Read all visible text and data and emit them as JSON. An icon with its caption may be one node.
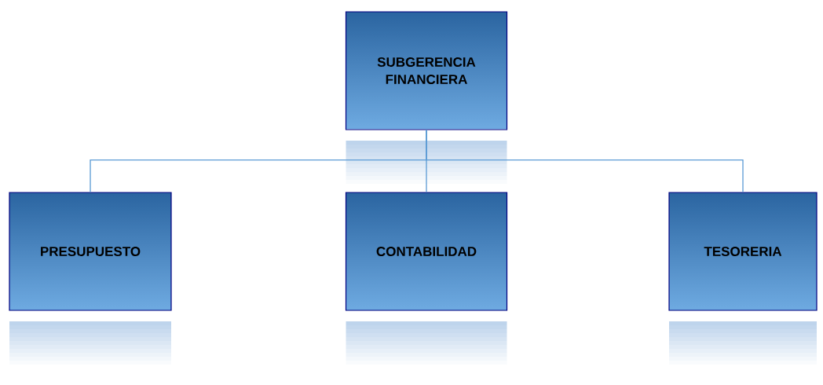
{
  "diagram": {
    "nodes": [
      {
        "text": [
          "SUBGERENCIA FINANCIERA"
        ]
      },
      {
        "text": [
          "PRESUPUESTO"
        ]
      },
      {
        "text": [
          "CONTABILIDAD"
        ]
      },
      {
        "text": [
          "TESORERIA"
        ]
      }
    ],
    "edges": [
      {
        "from": 0,
        "to": 1,
        "arrow": "none"
      },
      {
        "from": 0,
        "to": 2,
        "arrow": "none"
      },
      {
        "from": 0,
        "to": 3,
        "arrow": "none"
      }
    ]
  }
}
